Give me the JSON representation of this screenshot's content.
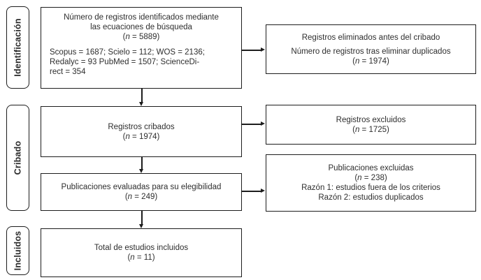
{
  "stages": {
    "identification": "Identificación",
    "screening": "Cribado",
    "included": "Incluidos"
  },
  "boxes": {
    "identified": {
      "line1": "Número de registros identificados mediante",
      "line2": "las ecuaciones de búsqueda",
      "n": {
        "open": "(",
        "var": "n",
        "rest": " = 5889)"
      },
      "sources1": "Scopus = 1687; Scielo = 112; WOS = 2136;",
      "sources2": "Redalyc = 93 PubMed = 1507; ScienceDi-",
      "sources3": "rect = 354"
    },
    "removed": {
      "line1": "Registros eliminados antes del cribado",
      "line2": "Número de registros tras eliminar duplicados",
      "n": {
        "open": "(",
        "var": "n",
        "rest": " = 1974)"
      }
    },
    "screened": {
      "line1": "Registros cribados",
      "n": {
        "open": "(",
        "var": "n",
        "rest": " = 1974)"
      }
    },
    "excluded": {
      "line1": "Registros excluidos",
      "n": {
        "open": "(",
        "var": "n",
        "rest": " = 1725)"
      }
    },
    "assessed": {
      "line1": "Publicaciones evaluadas para su elegibilidad",
      "n": {
        "open": "(",
        "var": "n",
        "rest": " = 249)"
      }
    },
    "pub_excluded": {
      "line1": "Publicaciones excluidas",
      "n": {
        "open": "(",
        "var": "n",
        "rest": " = 238)"
      },
      "reason1": "Razón 1: estudios fuera de los criterios",
      "reason2": "Razón 2: estudios duplicados"
    },
    "included": {
      "line1": "Total de estudios incluidos",
      "n": {
        "open": "(",
        "var": "n",
        "rest": " = 11)"
      }
    }
  },
  "colors": {
    "line": "#1d1d1d",
    "text": "#2e2e2e",
    "background": "#ffffff"
  }
}
